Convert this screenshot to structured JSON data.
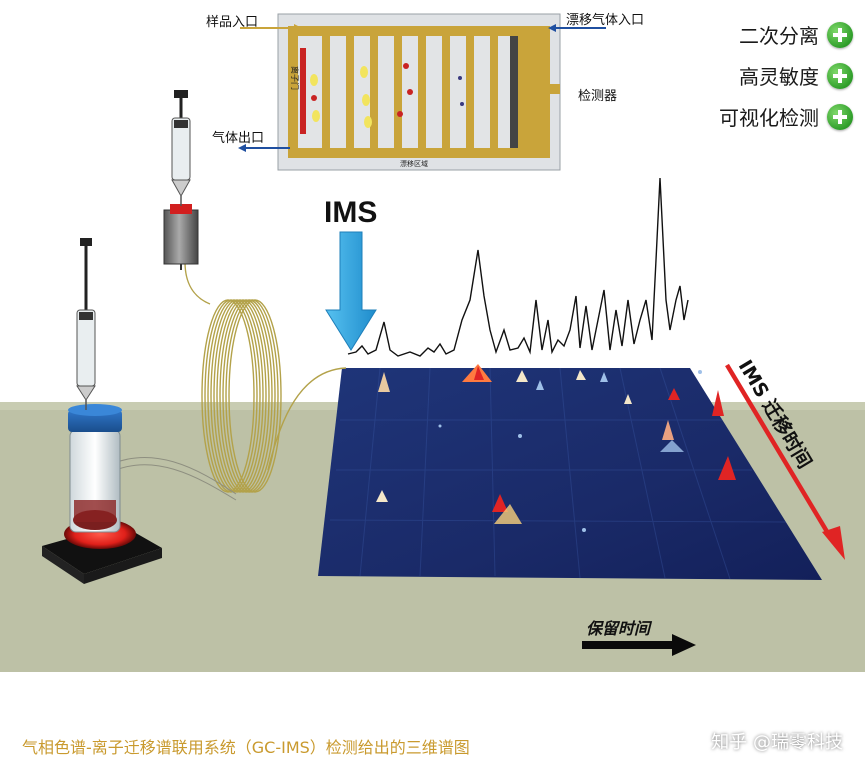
{
  "schematic": {
    "sample_inlet": "样品入口",
    "drift_gas_inlet": "漂移气体入口",
    "detector": "检测器",
    "gas_outlet": "气体出口",
    "ion_gate": "离子门",
    "drift_region": "漂移区域"
  },
  "features": [
    {
      "label": "二次分离",
      "icon": "plus-icon"
    },
    {
      "label": "高灵敏度",
      "icon": "plus-icon"
    },
    {
      "label": "可视化检测",
      "icon": "plus-icon"
    }
  ],
  "ims_label": "IMS",
  "axes": {
    "ims_drift": "IMS 迁移时间",
    "retention": "保留时间"
  },
  "caption": "气相色谱-离子迁移谱联用系统（GC-IMS）检测给出的三维谱图",
  "watermark": "知乎 @瑞零科技",
  "colors": {
    "accent_red": "#e02424",
    "accent_blue": "#29a3e0",
    "plot_blue": "#1b2a6e",
    "table": "#bdc1a6",
    "caption": "#c99a2e"
  }
}
